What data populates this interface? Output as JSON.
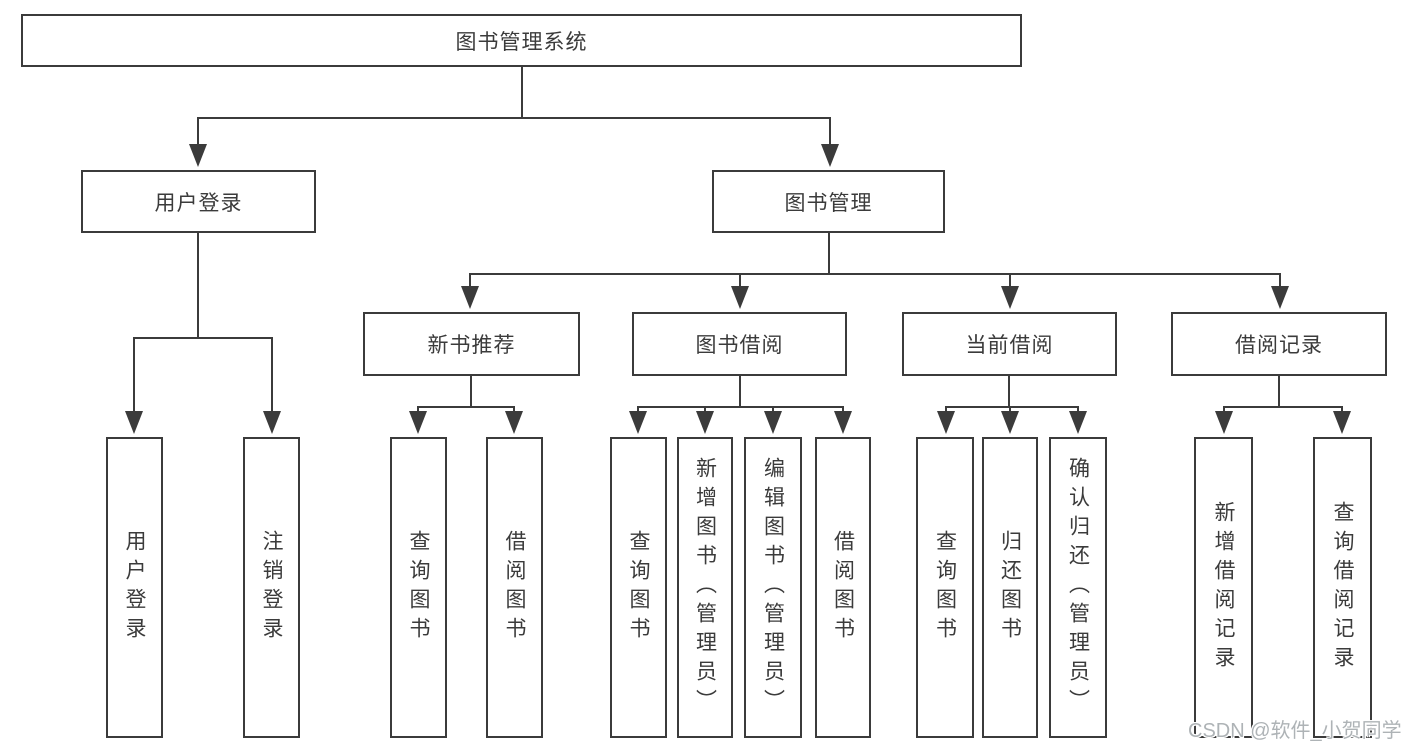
{
  "tree": {
    "label": "图书管理系统",
    "children": [
      {
        "label": "用户登录",
        "children": [
          {
            "label": "用户登录"
          },
          {
            "label": "注销登录"
          }
        ]
      },
      {
        "label": "图书管理",
        "children": [
          {
            "label": "新书推荐",
            "children": [
              {
                "label": "查询图书"
              },
              {
                "label": "借阅图书"
              }
            ]
          },
          {
            "label": "图书借阅",
            "children": [
              {
                "label": "查询图书"
              },
              {
                "label": "新增图书（管理员）"
              },
              {
                "label": "编辑图书（管理员）"
              },
              {
                "label": "借阅图书"
              }
            ]
          },
          {
            "label": "当前借阅",
            "children": [
              {
                "label": "查询图书"
              },
              {
                "label": "归还图书"
              },
              {
                "label": "确认归还（管理员）"
              }
            ]
          },
          {
            "label": "借阅记录",
            "children": [
              {
                "label": "新增借阅记录"
              },
              {
                "label": "查询借阅记录"
              }
            ]
          }
        ]
      }
    ]
  },
  "watermark": {
    "text": "CSDN @软件_小贺同学"
  },
  "colors": {
    "line": "#3b3b3b",
    "text": "#3b3b3b",
    "background": "#ffffff",
    "watermark": "#aeb3b6"
  }
}
